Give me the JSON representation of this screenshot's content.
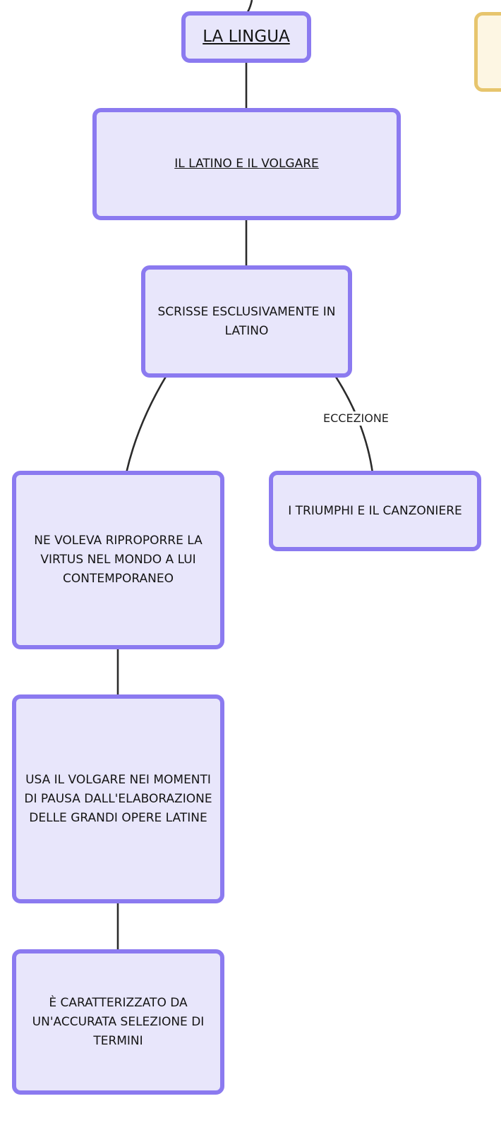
{
  "nodes": {
    "root": "LA LINGUA",
    "latino_volgare": "IL LATINO E IL VOLGARE",
    "scrisse_latino": "SCRISSE ESCLUSIVAMENTE IN LATINO",
    "virtus": "NE VOLEVA RIPROPORRE LA VIRTUS NEL MONDO A LUI CONTEMPORANEO",
    "triumphi": "I TRIUMPHI E IL CANZONIERE",
    "volgare_pausa": "USA IL VOLGARE NEI MOMENTI DI PAUSA DALL'ELABORAZIONE DELLE GRANDI OPERE LATINE",
    "caratterizzato": "È CARATTERIZZATO DA UN'ACCURATA SELEZIONE DI TERMINI"
  },
  "edge_labels": {
    "eccezione": "ECCEZIONE"
  },
  "colors": {
    "node_fill": "#e8e6fb",
    "node_border": "#8b7af0",
    "note_fill": "#fdf6e3",
    "note_border": "#e7c56d"
  }
}
